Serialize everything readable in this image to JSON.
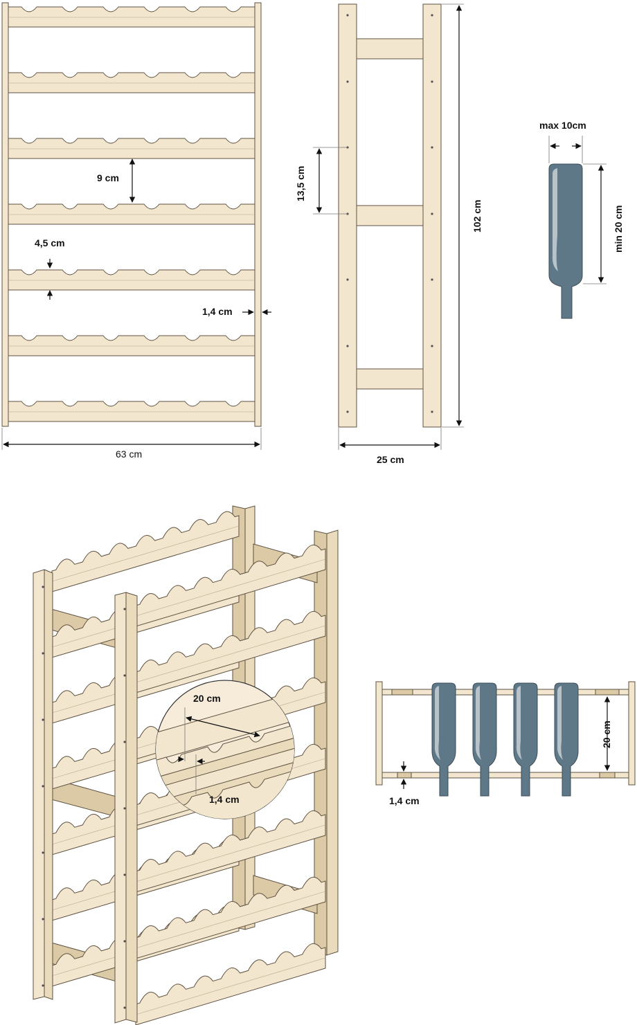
{
  "front_view": {
    "width_label": "63 cm",
    "spacing_label": "9 cm",
    "shelf_height_label": "4,5 cm",
    "post_thickness_label": "1,4 cm"
  },
  "side_view": {
    "height_label": "102 cm",
    "depth_label": "25 cm",
    "hole_spacing_label": "13,5 cm"
  },
  "bottle_spec": {
    "max_diameter_label": "max 10cm",
    "min_length_label": "min 20 cm"
  },
  "detail_circle": {
    "distance_label": "20 cm",
    "thickness_label": "1,4 cm"
  },
  "top_view": {
    "depth_label": "20 cm",
    "thickness_label": "1,4 cm"
  },
  "colors": {
    "wood": "#f2e6cf",
    "wood_shade": "#dccaa6",
    "outline": "#5d5140",
    "bottle": "#5f7888"
  }
}
